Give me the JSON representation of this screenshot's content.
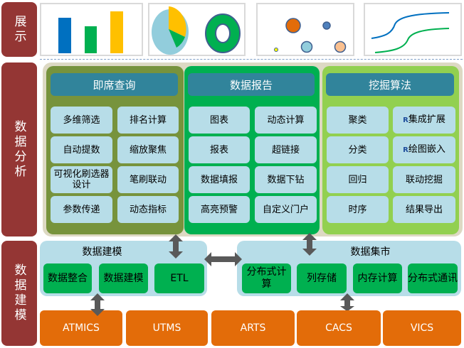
{
  "sidebar": {
    "display": "展示",
    "analysis": "数据分析",
    "modeling": "数据建模"
  },
  "colors": {
    "side": "#943634",
    "header": "#31849b",
    "cell": "#b7dde8",
    "col1": "#77933c",
    "col2": "#00b050",
    "col3": "#92d050",
    "orange": "#e36c09",
    "arrow": "#595959"
  },
  "columns": [
    {
      "title": "即席查询",
      "items": [
        "多维筛选",
        "排名计算",
        "自动提数",
        "缩放聚焦",
        "可视化刷选器设计",
        "笔刷联动",
        "参数传递",
        "动态指标"
      ]
    },
    {
      "title": "数据报告",
      "items": [
        "图表",
        "动态计算",
        "报表",
        "超链接",
        "数据填报",
        "数据下钻",
        "高亮预警",
        "自定义门户"
      ]
    },
    {
      "title": "挖掘算法",
      "items": [
        "聚类",
        "集成扩展",
        "分类",
        "绘图嵌入",
        "回归",
        "联动挖掘",
        "时序",
        "结果导出"
      ],
      "r_prefix": "R"
    }
  ],
  "modeling": {
    "title": "数据建模",
    "items": [
      "数据整合",
      "数据建模",
      "ETL"
    ]
  },
  "mart": {
    "title": "数据集市",
    "items": [
      "分布式计算",
      "列存储",
      "内存计算",
      "分布式通讯"
    ]
  },
  "sources": [
    "ATMICS",
    "UTMS",
    "ARTS",
    "CACS",
    "VICS"
  ]
}
